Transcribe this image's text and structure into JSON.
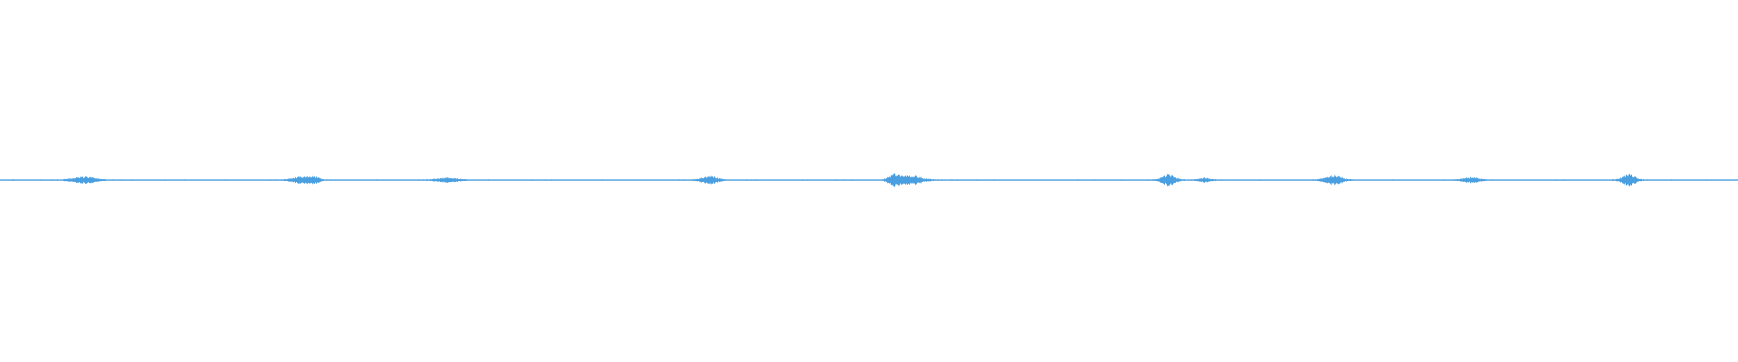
{
  "waveform": {
    "color": "#4a9fe0",
    "background": "#ffffff",
    "baseline_level": 0.0,
    "bursts": [
      {
        "center": 0.048,
        "amplitude": 0.02,
        "spread": 0.008
      },
      {
        "center": 0.172,
        "amplitude": 0.018,
        "spread": 0.006
      },
      {
        "center": 0.18,
        "amplitude": 0.02,
        "spread": 0.004
      },
      {
        "center": 0.257,
        "amplitude": 0.012,
        "spread": 0.008
      },
      {
        "center": 0.408,
        "amplitude": 0.022,
        "spread": 0.006
      },
      {
        "center": 0.514,
        "amplitude": 0.034,
        "spread": 0.004
      },
      {
        "center": 0.524,
        "amplitude": 0.026,
        "spread": 0.008
      },
      {
        "center": 0.672,
        "amplitude": 0.03,
        "spread": 0.005
      },
      {
        "center": 0.693,
        "amplitude": 0.012,
        "spread": 0.004
      },
      {
        "center": 0.767,
        "amplitude": 0.028,
        "spread": 0.006
      },
      {
        "center": 0.846,
        "amplitude": 0.015,
        "spread": 0.006
      },
      {
        "center": 0.937,
        "amplitude": 0.032,
        "spread": 0.005
      }
    ]
  }
}
